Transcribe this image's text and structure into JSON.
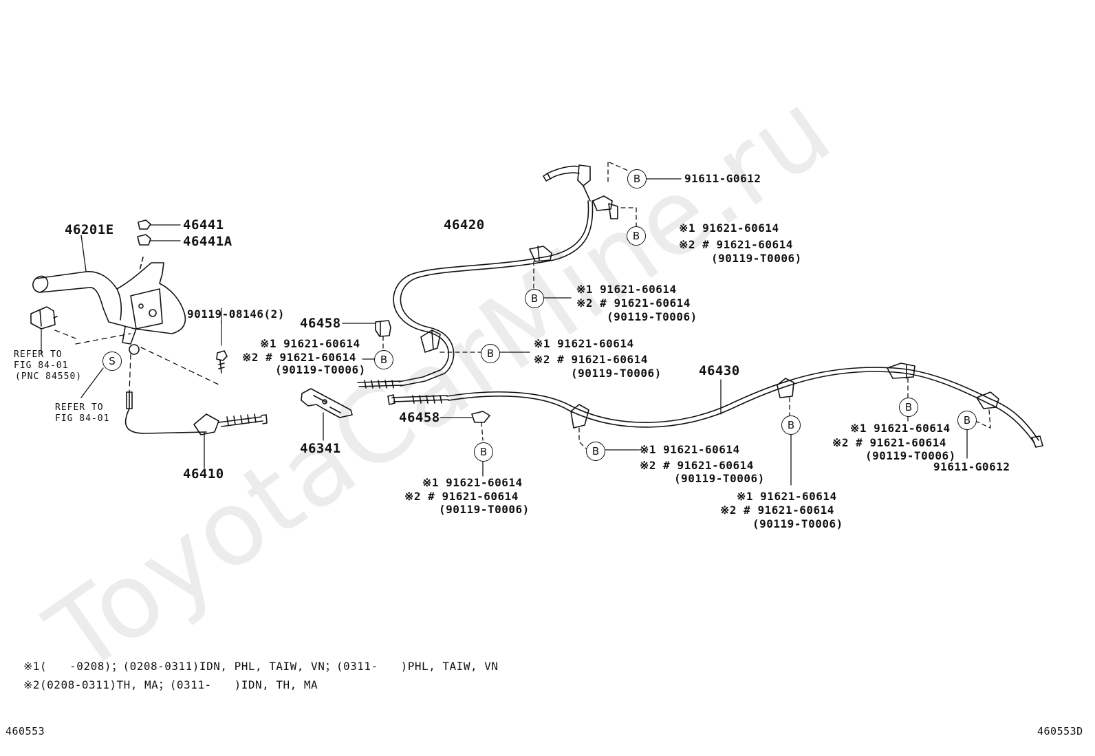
{
  "watermark": "ToyotaCarMine.ru",
  "sheet": {
    "id_left": "460553",
    "id_right": "460553D"
  },
  "footnotes": {
    "note1": "※1(　　-0208)；(0208-0311)IDN, PHL, TAIW, VN；(0311-　　)PHL, TAIW, VN",
    "note2": "※2(0208-0311)TH, MA；(0311-　　)IDN, TH, MA"
  },
  "symbols": {
    "B": "B",
    "S": "S"
  },
  "parts": {
    "p46201E": "46201E",
    "p46441": "46441",
    "p46441A": "46441A",
    "p90119_08146": "90119-08146(2)",
    "p46410": "46410",
    "p46420": "46420",
    "p46430": "46430",
    "p46458": "46458",
    "p46341": "46341",
    "p91611": "91611-G0612"
  },
  "refs": {
    "refer_to": "REFER TO",
    "fig_84_01": "FIG 84-01",
    "pnc": "(PNC 84550)"
  },
  "callouts": {
    "line1": "※1 91621-60614",
    "line2": "※2 # 91621-60614",
    "line3": "(90119-T0006)"
  }
}
